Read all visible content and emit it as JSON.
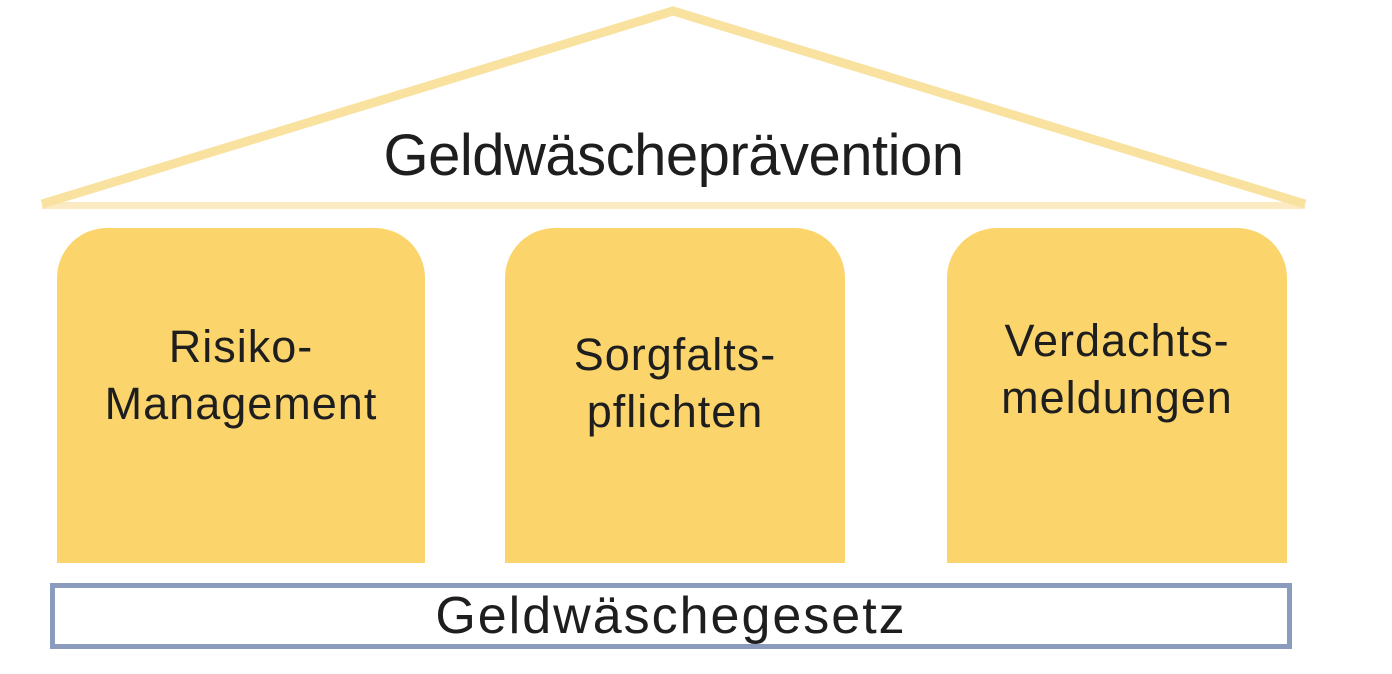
{
  "diagram": {
    "title": "Geldwäscheprävention",
    "pillars": [
      {
        "line1": "Risiko-",
        "line2": "Management"
      },
      {
        "line1": "Sorgfalts-",
        "line2": "pflichten"
      },
      {
        "line1": "Verdachts-",
        "line2": "meldungen"
      }
    ],
    "base_label": "Geldwäschegesetz"
  },
  "colors": {
    "pillar_fill": "#FBD56C",
    "roof_stroke": "#F9E1A0",
    "roof_base_stroke": "#FCEBC2",
    "base_border": "#8A9BBE",
    "text": "#1E1E1E",
    "background": "#FFFFFF"
  }
}
